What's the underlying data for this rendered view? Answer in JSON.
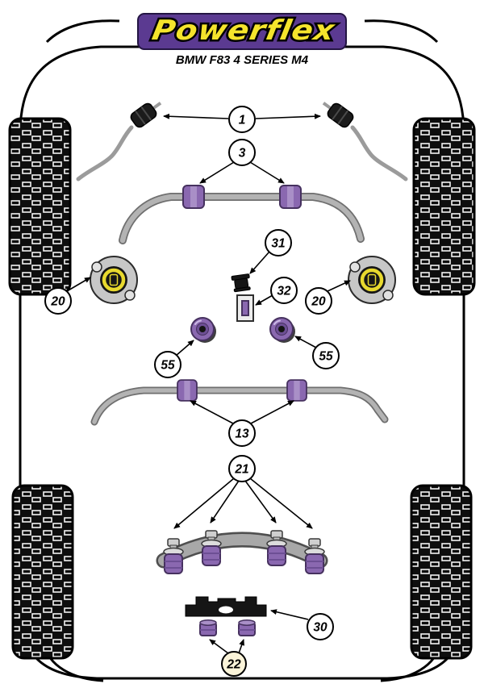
{
  "header": {
    "brand": "Powerflex",
    "model": "BMW F83 4 SERIES M4"
  },
  "callouts": {
    "n1": "1",
    "n3": "3",
    "n31": "31",
    "n32": "32",
    "n20l": "20",
    "n20r": "20",
    "n55l": "55",
    "n55r": "55",
    "n13": "13",
    "n21": "21",
    "n30": "30",
    "n22": "22"
  },
  "colors": {
    "brand_purple": "#5b3a91",
    "brand_yellow": "#f5e42c",
    "bush_purple": "#8a68b0",
    "part_gray": "#a8a8a8",
    "mount_yellow": "#e8d92e",
    "callout_tint": "#fbf4d9"
  }
}
